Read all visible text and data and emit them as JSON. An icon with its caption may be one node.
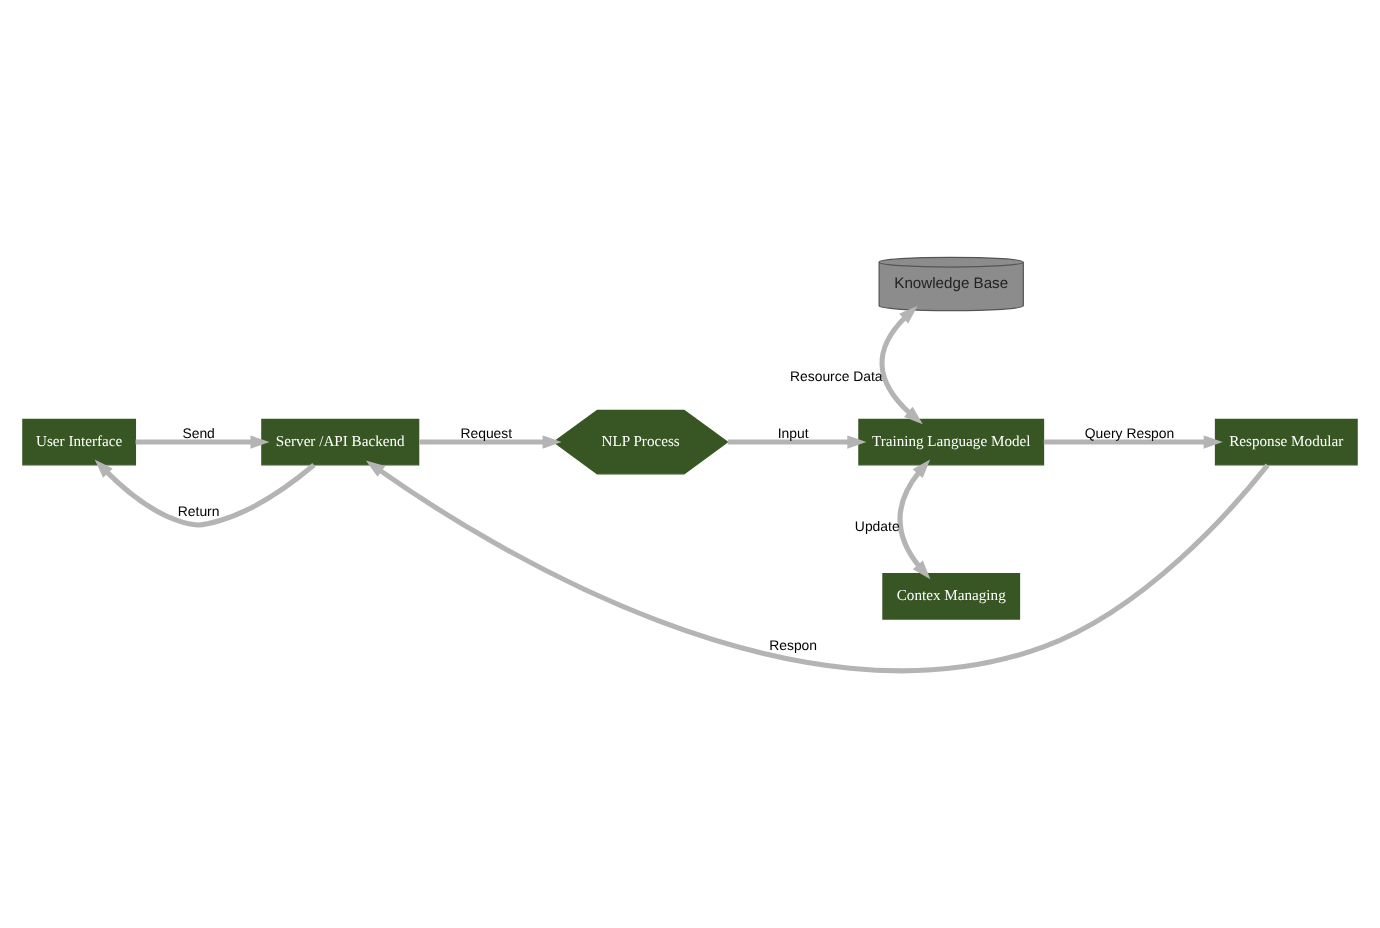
{
  "diagram": {
    "nodes": [
      {
        "text": [
          "Knowledge Base"
        ]
      },
      {
        "text": [
          "User Interface"
        ]
      },
      {
        "text": [
          "Server /API Backend"
        ]
      },
      {
        "text": [
          "NLP Process"
        ]
      },
      {
        "text": [
          "Training Language Model"
        ]
      },
      {
        "text": [
          "Response Modular"
        ]
      },
      {
        "text": [
          "Contex Managing"
        ]
      }
    ],
    "edges": [
      {
        "from": 2,
        "to": 1,
        "arrow": "to",
        "label": "Return"
      },
      {
        "from": 1,
        "to": 2,
        "arrow": "to",
        "label": "Send"
      },
      {
        "from": 2,
        "to": 3,
        "arrow": "to",
        "label": "Request"
      },
      {
        "from": 3,
        "to": 4,
        "arrow": "to",
        "label": "Input"
      },
      {
        "from": 4,
        "to": 5,
        "arrow": "to",
        "label": "Query Respon"
      },
      {
        "from": 4,
        "to": 0,
        "arrow": "both",
        "label": "Resource Data"
      },
      {
        "from": 5,
        "to": 2,
        "arrow": "to",
        "label": "Respon"
      },
      {
        "from": 4,
        "to": 6,
        "arrow": "both",
        "label": "Update"
      }
    ]
  }
}
